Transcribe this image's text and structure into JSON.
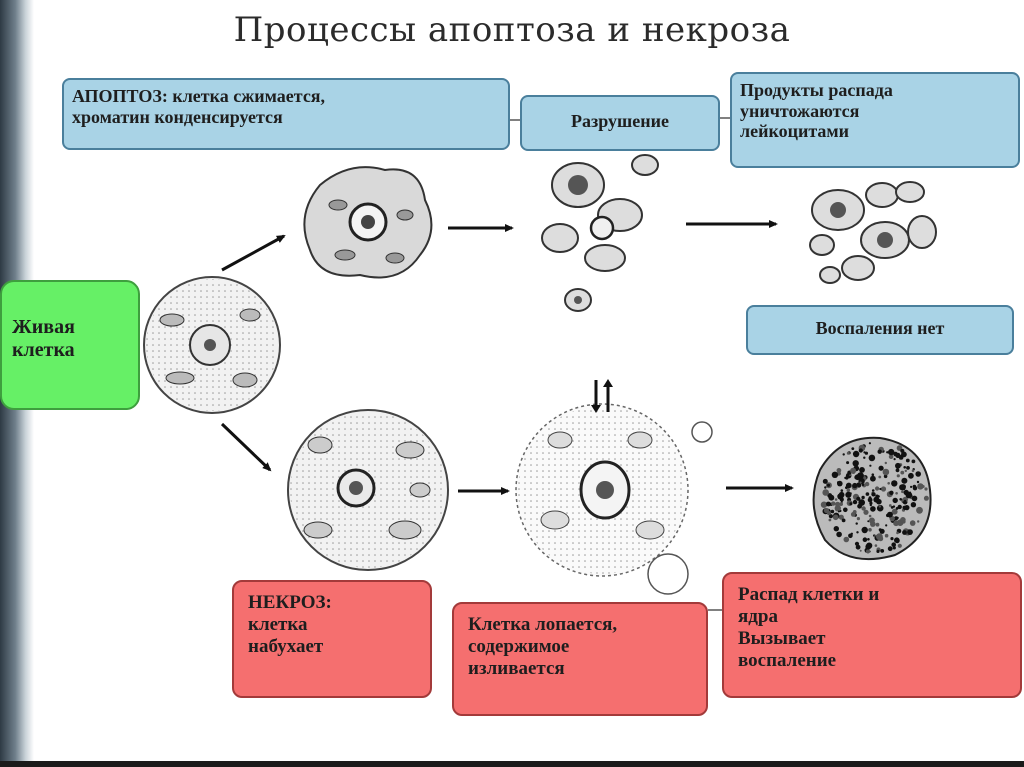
{
  "title": "Процессы апоптоза и некроза",
  "labels": {
    "apoptosis": "АПОПТОЗ: клетка сжимается,\nхроматин конденсируется",
    "destruction": "Разрушение",
    "products": "Продукты распада\nуничтожаются\nлейкоцитами",
    "no_inflammation": "Воспаления нет",
    "living_cell": "Живая\nклетка",
    "necrosis": "НЕКРОЗ:\nклетка\nнабухает",
    "bursts": "Клетка лопается,\nсодержимое\nизливается",
    "breakdown": "Распад клетки и\nядра\nВызывает\nвоспаление"
  },
  "colors": {
    "apoptosis_box": "#a9d3e6",
    "living_box": "#66f066",
    "necrosis_box": "#f56f6f"
  }
}
